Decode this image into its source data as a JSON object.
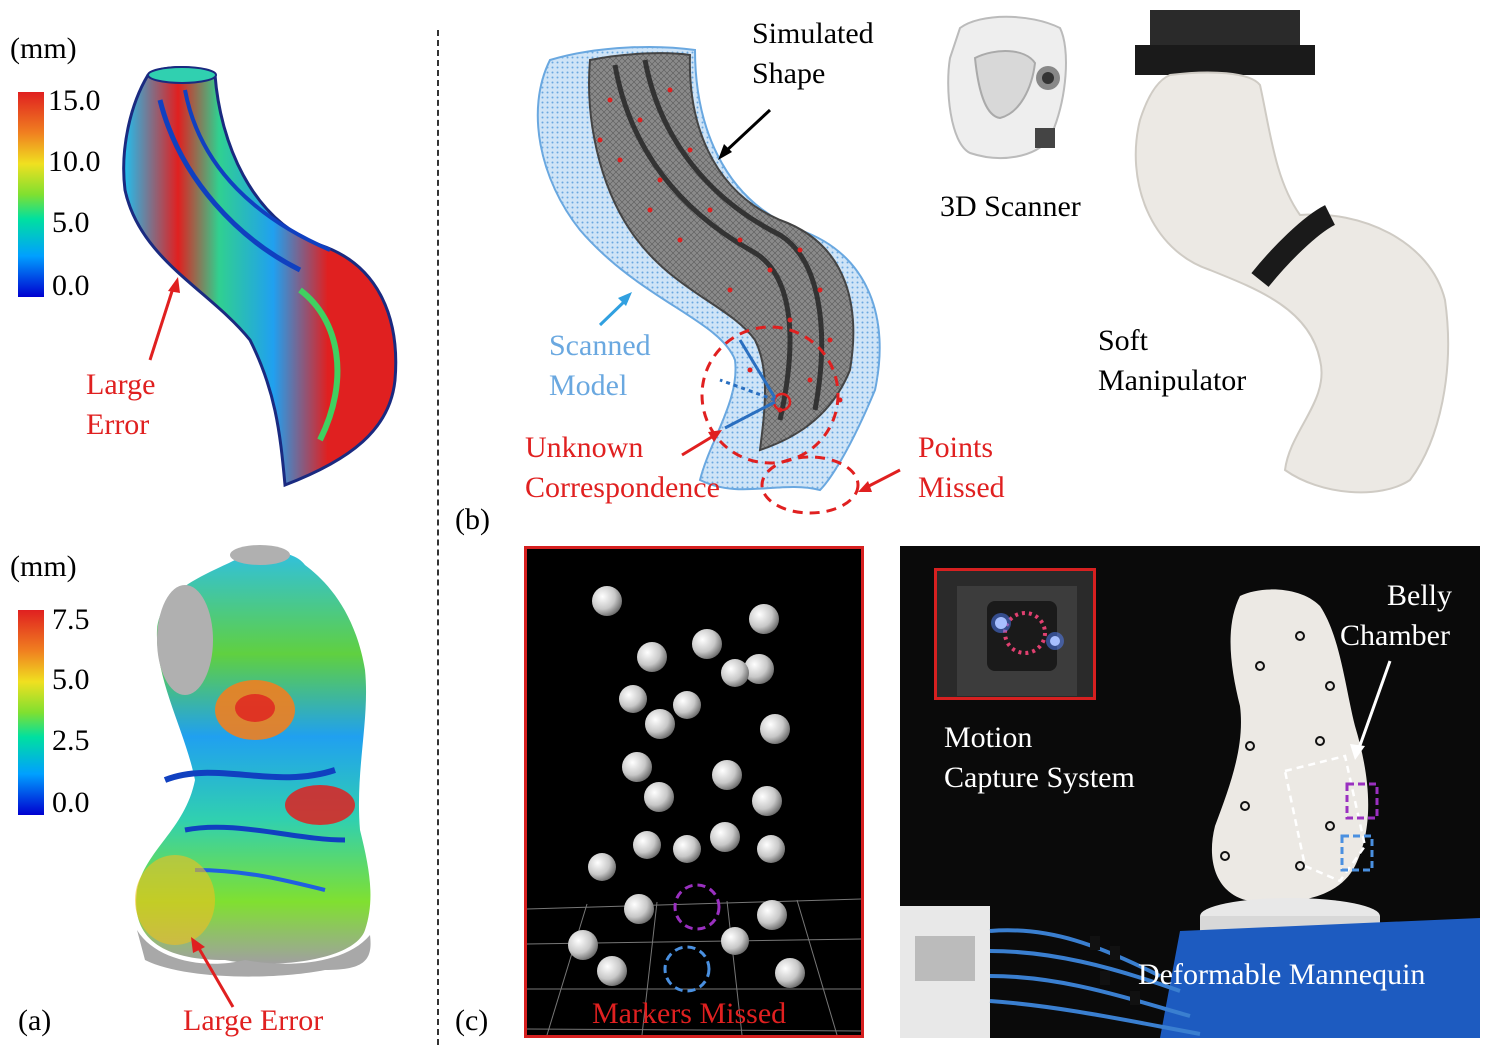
{
  "panel_a": {
    "top": {
      "unit": "(mm)",
      "scale_ticks": [
        "15.0",
        "10.0",
        "5.0",
        "0.0"
      ],
      "annotation": [
        "Large",
        "Error"
      ]
    },
    "bottom": {
      "unit": "(mm)",
      "scale_ticks": [
        "7.5",
        "5.0",
        "2.5",
        "0.0"
      ],
      "annotation": "Large Error"
    },
    "label": "(a)"
  },
  "panel_b": {
    "label": "(b)",
    "simulated_shape": [
      "Simulated",
      "Shape"
    ],
    "scanned_model": [
      "Scanned",
      "Model"
    ],
    "unknown_correspondence": [
      "Unknown",
      "Correspondence"
    ],
    "points_missed": [
      "Points",
      "Missed"
    ],
    "scanner": "3D Scanner",
    "soft_manipulator": [
      "Soft",
      "Manipulator"
    ]
  },
  "panel_c": {
    "label": "(c)",
    "markers_missed": "Markers Missed",
    "motion_capture": [
      "Motion",
      "Capture System"
    ],
    "belly_chamber": [
      "Belly",
      "Chamber"
    ],
    "deformable_mannequin": "Deformable Mannequin"
  },
  "colors": {
    "annotation_red": "#e02020",
    "scanned_blue": "#6aa8e0",
    "colormap": [
      "#0000d0",
      "#00a0ff",
      "#00e0a0",
      "#80e030",
      "#f0e020",
      "#f08020",
      "#e02020"
    ]
  }
}
